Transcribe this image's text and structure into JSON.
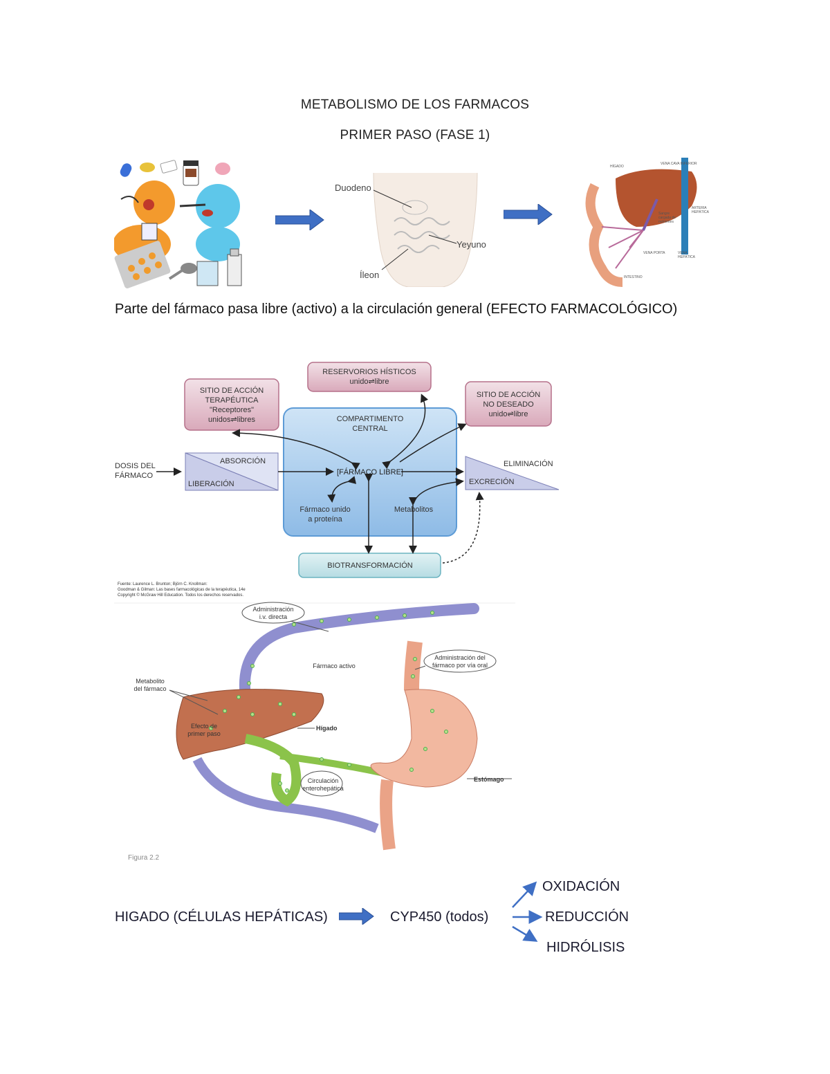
{
  "header": {
    "title": "METABOLISMO DE LOS FARMACOS",
    "subtitle": "PRIMER PASO (FASE 1)"
  },
  "intestine_labels": {
    "duodeno": "Duodeno",
    "yeyuno": "Yeyuno",
    "ileon": "Íleon"
  },
  "liver_labels": {
    "higado": "HÍGADO",
    "vena_cava": "VENA CAVA INFERIOR",
    "arteria": "ARTERIA HEPÁTICA",
    "sangre": "Sangre cargada de nutrientes",
    "vena_porta": "VENA PORTA",
    "vena_hepatica": "VENA HEPÁTICA",
    "intestino": "INTESTINO"
  },
  "caption": "Parte del fármaco pasa libre (activo) a la circulación general (EFECTO FARMACOLÓGICO)",
  "diagram": {
    "sitio_terapeutico": [
      "SITIO DE ACCIÓN",
      "TERAPÉUTICA",
      "\"Receptores\"",
      "unidos⇌libres"
    ],
    "reservorios": [
      "RESERVORIOS HÍSTICOS",
      "unido⇌libre"
    ],
    "sitio_no_deseado": [
      "SITIO DE ACCIÓN",
      "NO DESEADO",
      "unido⇌libre"
    ],
    "compartimento": [
      "COMPARTIMENTO",
      "CENTRAL"
    ],
    "farmaco_libre": "[FÁRMACO LIBRE]",
    "dosis": [
      "DOSIS DEL",
      "FÁRMACO"
    ],
    "absorcion": "ABSORCIÓN",
    "liberacion": "LIBERACIÓN",
    "eliminacion": "ELIMINACIÓN",
    "excrecion": "EXCRECIÓN",
    "farmaco_unido": [
      "Fármaco unido",
      "a proteína"
    ],
    "metabolitos": "Metabolitos",
    "biotransformacion": "BIOTRANSFORMACIÓN",
    "fuente": [
      "Fuente: Laurence L. Brunton; Björn C. Knollman:",
      "Goodman & Gilman: Las bases farmacológicas de la terapéutica, 14e",
      "Copyright © McGraw Hill Education. Todos los derechos reservados."
    ]
  },
  "figure22": {
    "iv": [
      "Administración",
      "i.v. directa"
    ],
    "oral": [
      "Administración del",
      "fármaco por vía oral"
    ],
    "farmaco_activo": "Fármaco activo",
    "metabolito": [
      "Metabolito",
      "del fármaco"
    ],
    "efecto": [
      "Efecto de",
      "primer paso"
    ],
    "higado": "Hígado",
    "estomago": "Estómago",
    "circulacion": [
      "Circulación",
      "enterohepática"
    ],
    "figura": "Figura 2.2"
  },
  "bottom": {
    "higado": "HIGADO (CÉLULAS HEPÁTICAS)",
    "cyp": "CYP450 (todos)",
    "oxidacion": "OXIDACIÓN",
    "reduccion": "REDUCCIÓN",
    "hidrolisis": "HIDRÓLISIS"
  },
  "colors": {
    "arrow_blue": "#3f6fc4",
    "box_pink": "#e7c9d3",
    "central_blue": "#a9cdee",
    "bio_teal": "#cfe8ec"
  }
}
